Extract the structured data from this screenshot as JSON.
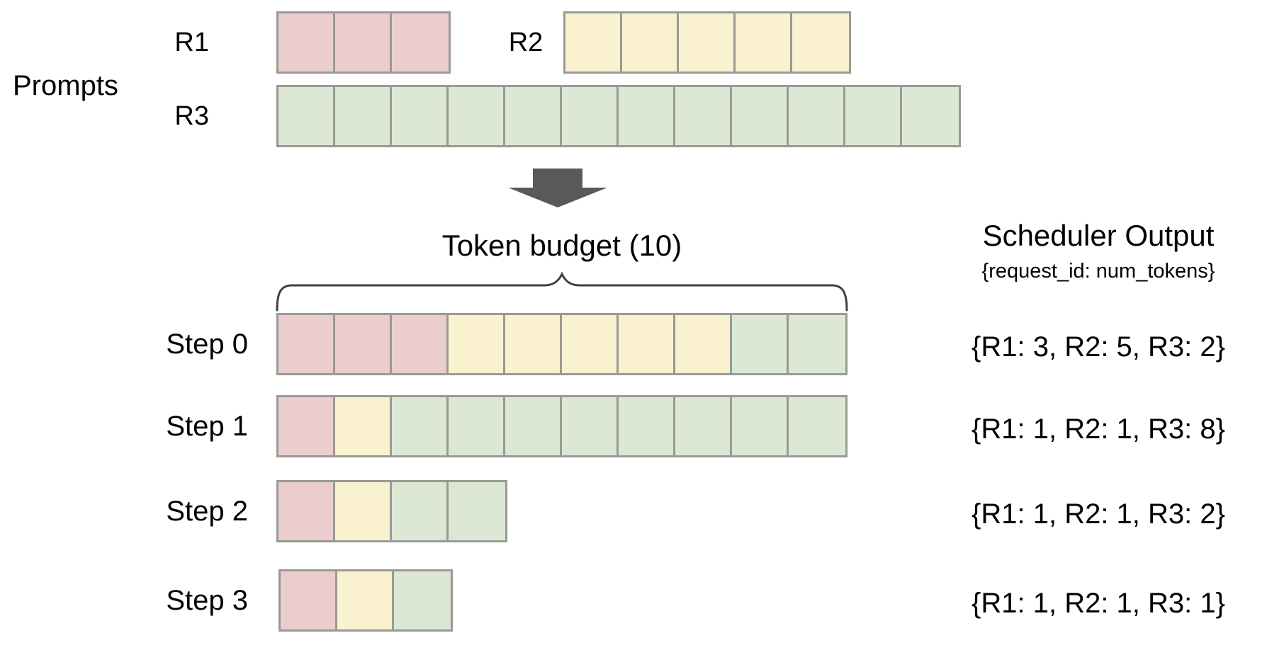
{
  "colors": {
    "r1_pink": "#ebcdcd",
    "r2_yellow": "#faf1cf",
    "r3_green": "#dde8d4",
    "cell_border": "#999a96",
    "arrow_gray": "#595959",
    "brace": "#404040",
    "text": "#000000"
  },
  "prompts": {
    "section_label": "Prompts",
    "requests": [
      {
        "label": "R1",
        "num_tokens": 3,
        "color": "r1_pink"
      },
      {
        "label": "R2",
        "num_tokens": 5,
        "color": "r2_yellow"
      },
      {
        "label": "R3",
        "num_tokens": 12,
        "color": "r3_green"
      }
    ]
  },
  "token_budget": {
    "label": "Token budget (10)",
    "value": 10
  },
  "scheduler": {
    "title": "Scheduler Output",
    "subtitle": "{request_id: num_tokens}"
  },
  "steps": [
    {
      "label": "Step 0",
      "segments": [
        {
          "color": "r1_pink",
          "count": 3
        },
        {
          "color": "r2_yellow",
          "count": 5
        },
        {
          "color": "r3_green",
          "count": 2
        }
      ],
      "output": "{R1: 3, R2: 5, R3: 2}"
    },
    {
      "label": "Step 1",
      "segments": [
        {
          "color": "r1_pink",
          "count": 1
        },
        {
          "color": "r2_yellow",
          "count": 1
        },
        {
          "color": "r3_green",
          "count": 8
        }
      ],
      "output": "{R1: 1, R2: 1, R3: 8}"
    },
    {
      "label": "Step 2",
      "segments": [
        {
          "color": "r1_pink",
          "count": 1
        },
        {
          "color": "r2_yellow",
          "count": 1
        },
        {
          "color": "r3_green",
          "count": 2
        }
      ],
      "output": "{R1: 1, R2: 1, R3: 2}"
    },
    {
      "label": "Step 3",
      "segments": [
        {
          "color": "r1_pink",
          "count": 1
        },
        {
          "color": "r2_yellow",
          "count": 1
        },
        {
          "color": "r3_green",
          "count": 1
        }
      ],
      "output": "{R1: 1, R2: 1, R3: 1}"
    }
  ]
}
